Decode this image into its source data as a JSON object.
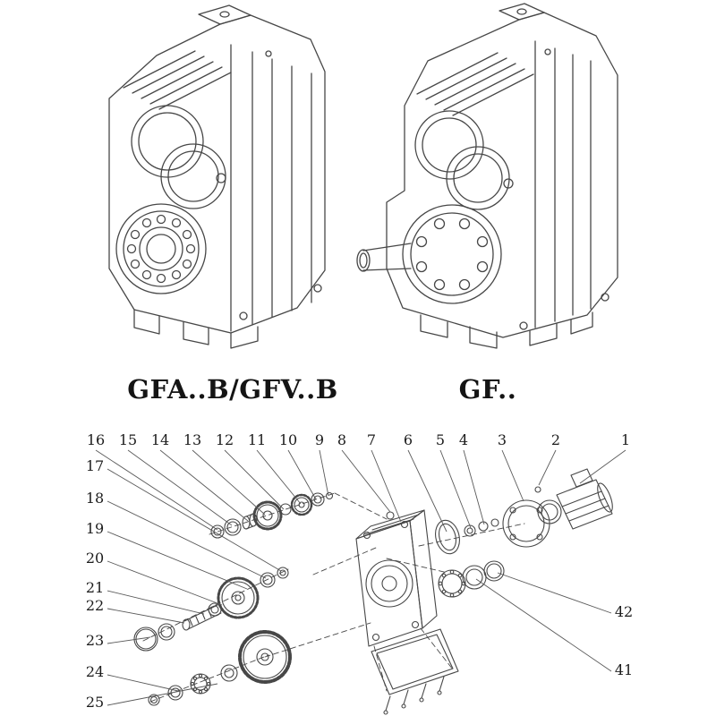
{
  "page": {
    "background": "#ffffff",
    "line_color": "#474747",
    "leader_color": "#5a5a5a"
  },
  "models": [
    {
      "label": "GFA..B/GFV..B"
    },
    {
      "label": "GF.."
    }
  ],
  "exploded": {
    "callouts_top": [
      "16",
      "15",
      "14",
      "13",
      "12",
      "11",
      "10",
      "9",
      "8",
      "7",
      "6",
      "5",
      "4",
      "3",
      "2",
      "1"
    ],
    "callouts_left": [
      "17",
      "18",
      "19",
      "20",
      "21",
      "22",
      "23",
      "24",
      "25"
    ],
    "callouts_right": [
      "42",
      "41"
    ]
  }
}
